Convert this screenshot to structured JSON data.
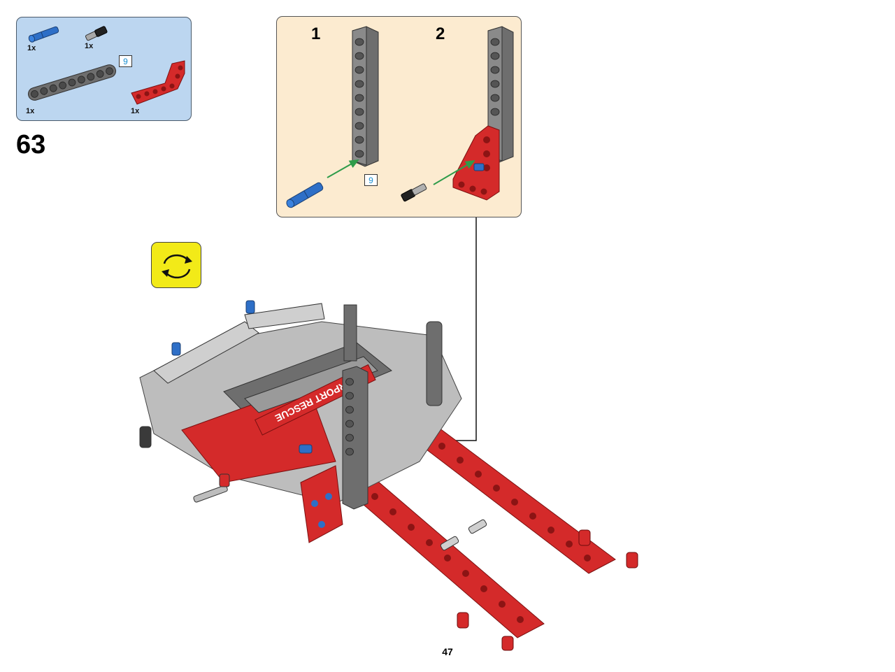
{
  "step": {
    "number": "63"
  },
  "parts_list": {
    "items": [
      {
        "part": "blue-axle-pin",
        "quantity": "1x"
      },
      {
        "part": "black-grey-connector-pin",
        "quantity": "1x"
      },
      {
        "part": "grey-beam",
        "quantity": "1x",
        "length_tag": "9"
      },
      {
        "part": "red-l-beam",
        "quantity": "1x"
      }
    ]
  },
  "sub_assembly": {
    "steps": [
      {
        "label": "1",
        "length_tag": "9"
      },
      {
        "label": "2"
      }
    ]
  },
  "main_model": {
    "decal_text": "AIRPORT RESCUE"
  },
  "rotate_indicator": {
    "icon": "rotate-model-icon"
  },
  "page": {
    "number": "47"
  },
  "colors": {
    "parts_bg": "#bcd6f0",
    "subassembly_bg": "#fcebd0",
    "rotate_bg": "#f2ea18",
    "lego_red": "#d42a2a",
    "lego_grey": "#6e6e6e",
    "lego_light_grey": "#bdbdbd",
    "lego_blue": "#2e6fc7",
    "length_tag_text": "#1a8fd1"
  }
}
